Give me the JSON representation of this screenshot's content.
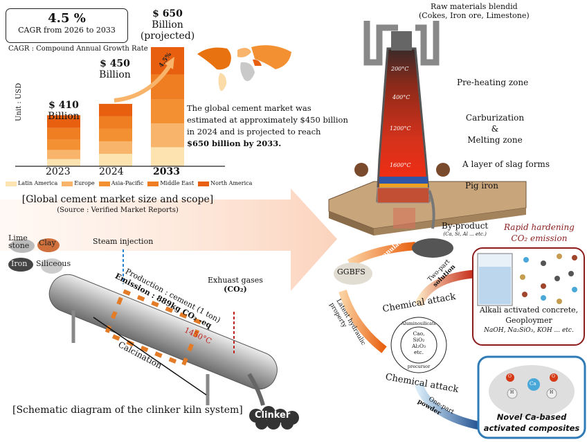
{
  "chart_data": {
    "type": "bar",
    "stacked": true,
    "title": "[Global cement market size and scope]",
    "source": "(Source : Verified Market Reports)",
    "ylabel": "Unit : USD",
    "categories": [
      "2023",
      "2024",
      "2033"
    ],
    "totals": [
      410,
      450,
      650
    ],
    "value_labels": [
      {
        "amount": "$ 410",
        "unit": "Billion"
      },
      {
        "amount": "$ 450",
        "unit": "Billion"
      },
      {
        "amount": "$ 650",
        "unit": "Billion",
        "note": "(projected)"
      }
    ],
    "series": [
      {
        "name": "Latin America",
        "color": "#fce3b0",
        "values": [
          0.14,
          0.2,
          0.16
        ]
      },
      {
        "name": "Europe",
        "color": "#f7b46a",
        "values": [
          0.18,
          0.2,
          0.2
        ]
      },
      {
        "name": "Asia-Pacific",
        "color": "#f39032",
        "values": [
          0.2,
          0.2,
          0.2
        ]
      },
      {
        "name": "Middle East",
        "color": "#ef7d22",
        "values": [
          0.23,
          0.2,
          0.21
        ]
      },
      {
        "name": "North America",
        "color": "#e8600f",
        "values": [
          0.25,
          0.2,
          0.23
        ]
      }
    ],
    "growth_arrow_label": "4.5%"
  },
  "cagr": {
    "value": "4.5 %",
    "caption": "CAGR from 2026 to 2033",
    "definition": "CAGR : Compound Annual Growth Rate"
  },
  "market_text": {
    "line1": "The global cement market was",
    "line2": "estimated at approximately $450 billion",
    "line3": "in 2024 and is projected to reach",
    "line4_bold": "$650 billion by 2033."
  },
  "kiln": {
    "caption": "[Schematic diagram of the clinker kiln system]",
    "materials": [
      "Lime stone",
      "Clay",
      "Iron",
      "Siliceous"
    ],
    "steam": "Steam injection",
    "production": "Production : cement (1 ton)",
    "emission": "Emission : 889kg CO₂ -eq",
    "temp": "1450°C",
    "exhaust": "Exhuast gases",
    "exhaust_formula": "(CO₂)",
    "calcination": "Calcination",
    "clinker": "Clinker"
  },
  "furnace": {
    "raw": "Raw materials blendid",
    "raw_detail": "(Cokes, Iron ore, Limestone)",
    "temps": [
      "200°C",
      "400°C",
      "1200°C",
      "1600°C"
    ],
    "preheat": "Pre-heating zone",
    "carb1": "Carburization",
    "carb2": "&",
    "carb3": "Melting zone",
    "slag": "A layer of slag forms",
    "pig": "Pig iron",
    "byproduct": "By-product",
    "byproduct_detail": "(Ca, Si, Al ... etc.)"
  },
  "process": {
    "rapid1": "Rapid hardening",
    "rapid2": "CO₂ emission",
    "granulated": "Granulated",
    "ggbfs": "GGBFS",
    "latent1": "Latent hydraulic",
    "latent2": "property",
    "two_part": "Two-part",
    "solution": "solution",
    "chem_top": "Chemical attack",
    "chem_bottom": "Chemical attack",
    "alumino": "Aluminosilicate",
    "precursor": "precursor",
    "core": [
      "Cao,",
      "SiO₂",
      "Al₂O₃",
      "etc."
    ],
    "alkali1": "Alkali activated concrete,",
    "alkali2": "Geoploymer",
    "alkali3": "NaOH, Na₂SiO₃, KOH ... etc.",
    "one_part": "One-part",
    "powder": "powder",
    "novel1": "Novel Ca-based",
    "novel2": "activated composites",
    "ca": "Ca",
    "o": "O",
    "h": "H"
  }
}
